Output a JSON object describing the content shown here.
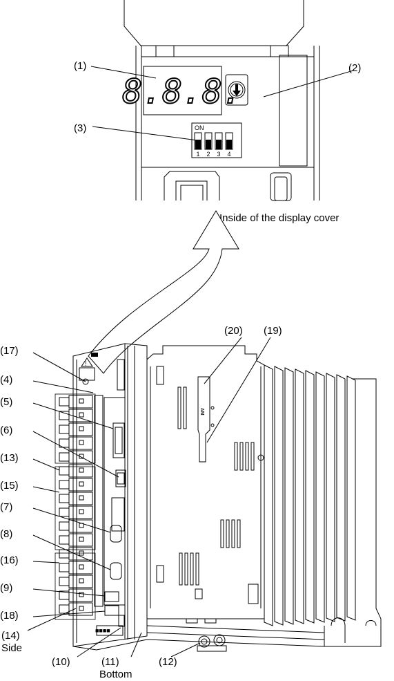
{
  "caption_display_cover": "Inside of the display cover",
  "top_callouts": [
    "(1)",
    "(2)",
    "(3)"
  ],
  "left_callouts": [
    "(17)",
    "(4)",
    "(5)",
    "(6)",
    "(13)",
    "(15)",
    "(7)",
    "(8)",
    "(16)",
    "(9)",
    "(18)",
    "(14)"
  ],
  "bottom_callouts": [
    "(10)",
    "(11)",
    "(12)"
  ],
  "right_callouts": [
    "(20)",
    "(19)"
  ],
  "side_label": "Side",
  "bottom_label": "Bottom",
  "display_digits": "8.8.8.",
  "dip_switch": {
    "on_label": "ON",
    "numbers": [
      "1",
      "2",
      "3",
      "4"
    ]
  }
}
